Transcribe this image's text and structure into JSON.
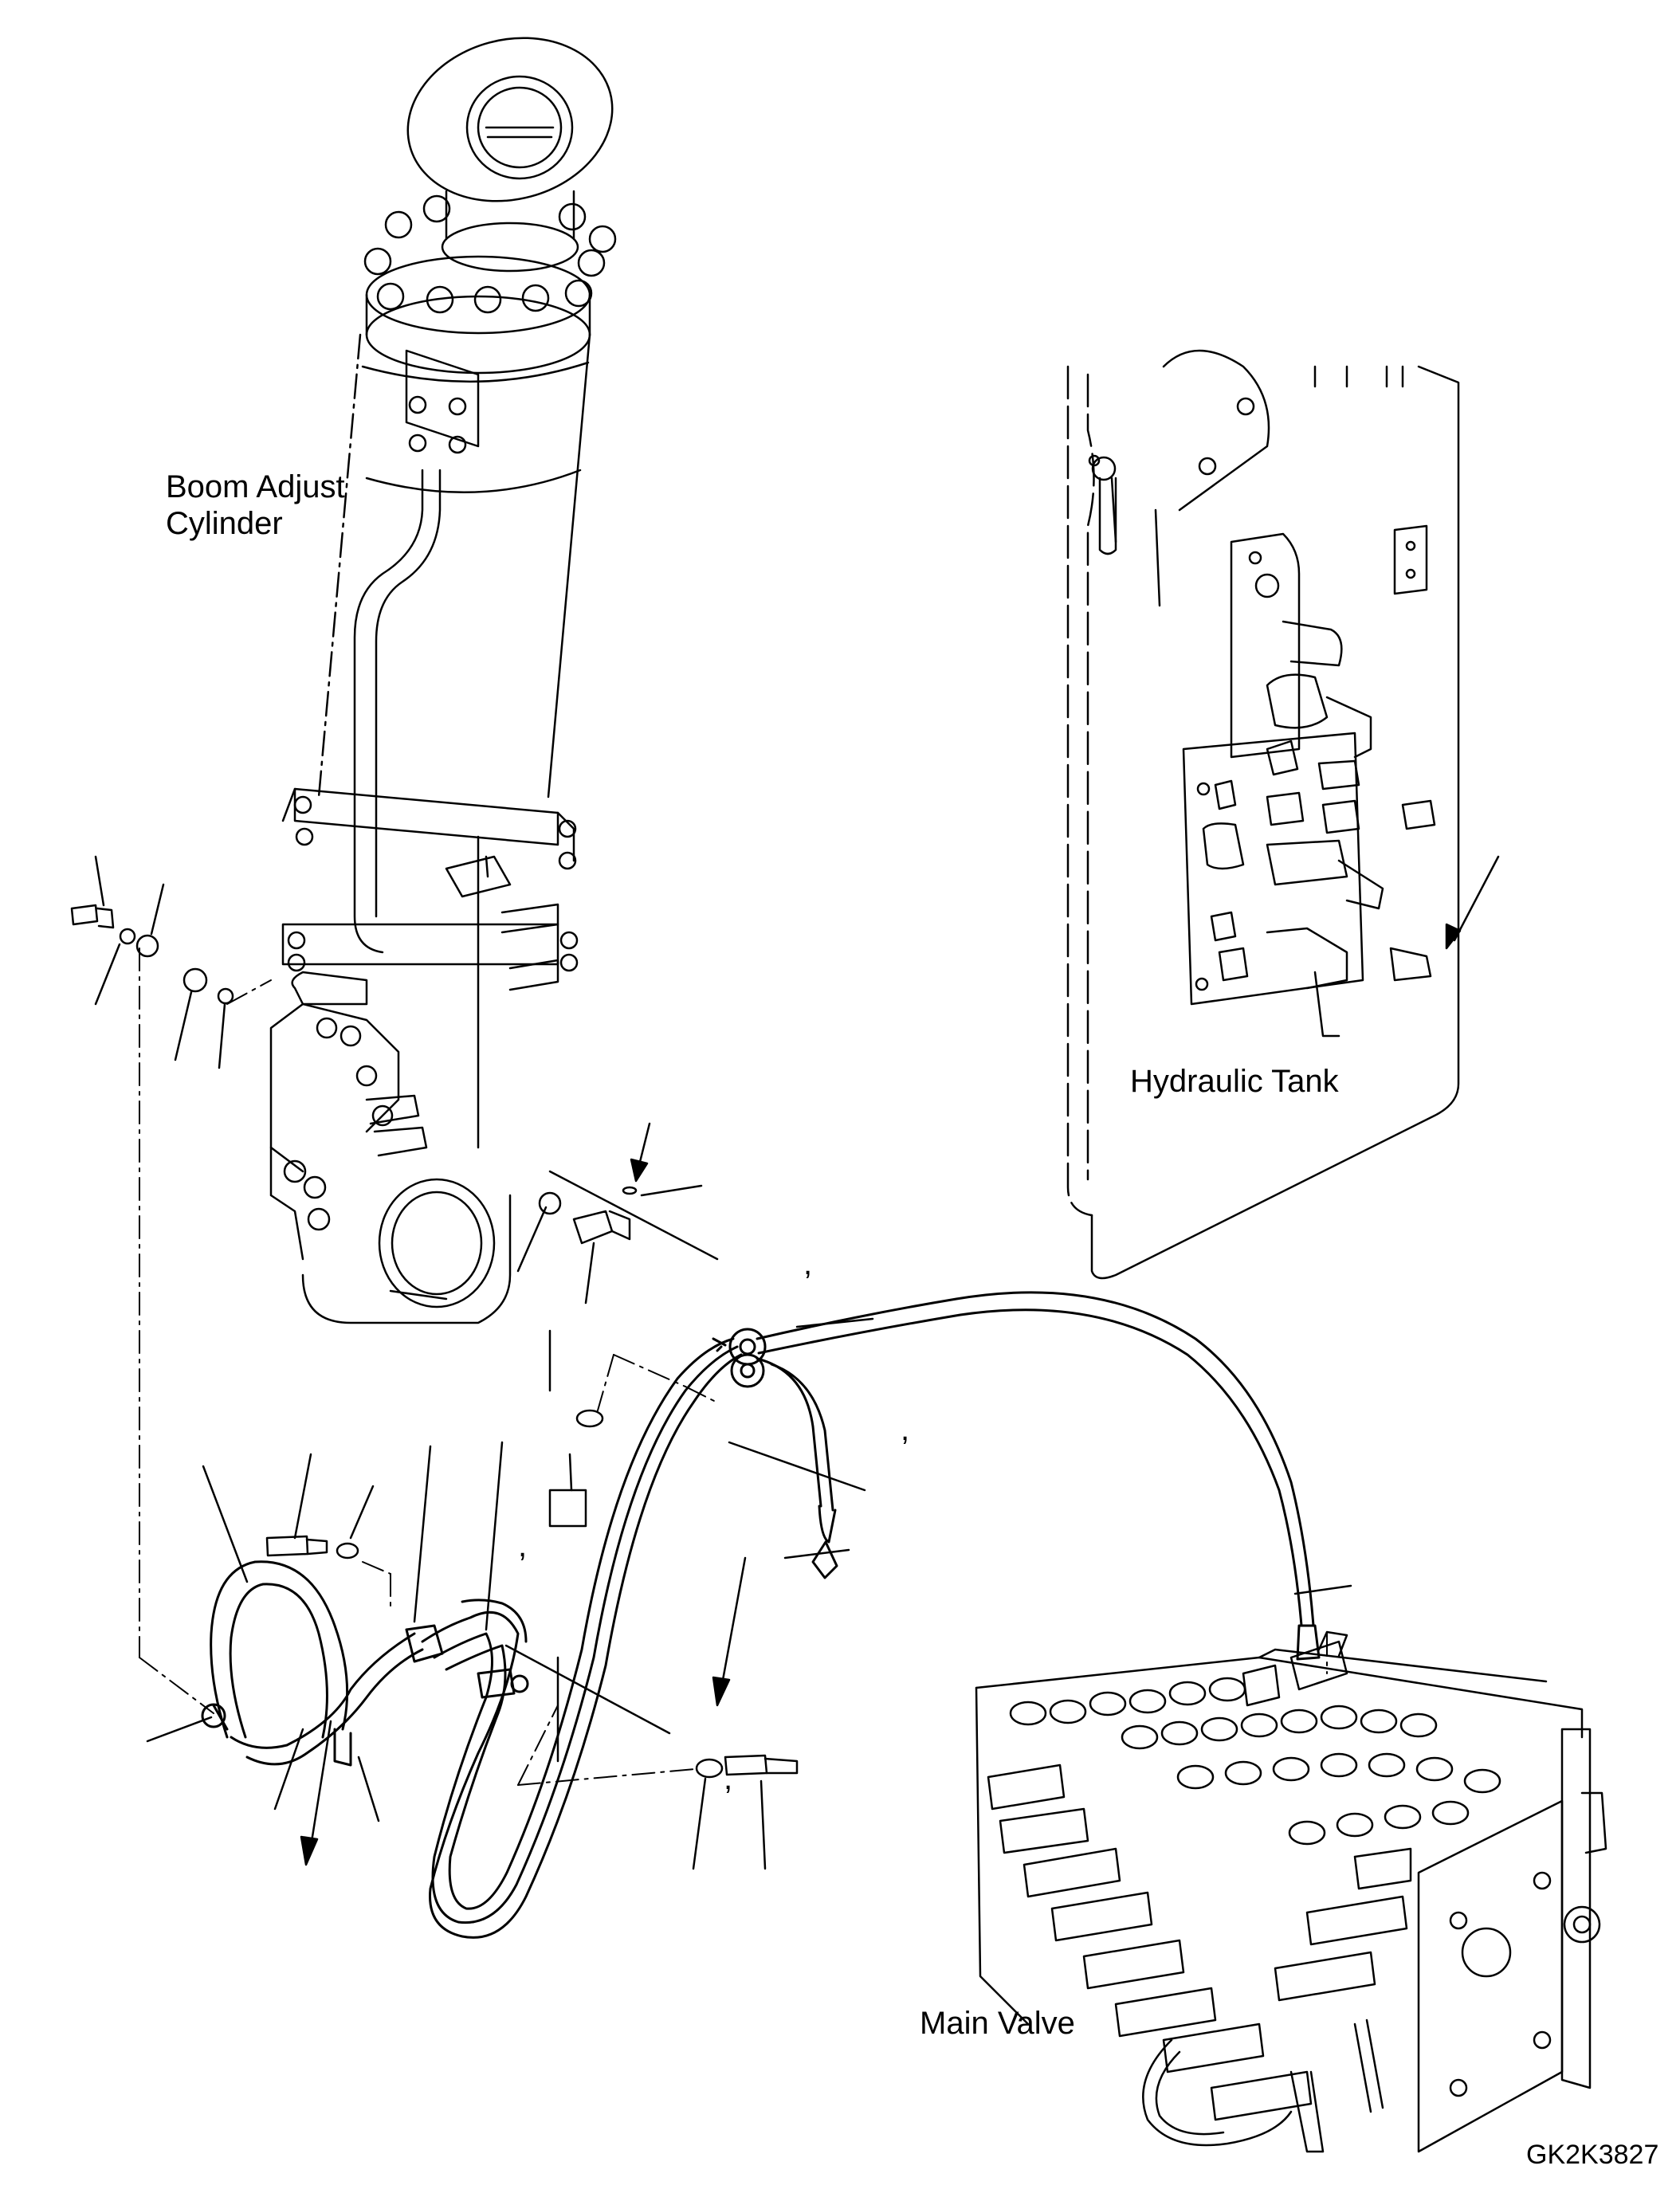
{
  "labels": {
    "boom_adjust_cylinder": "Boom Adjust\nCylinder",
    "hydraulic_tank": "Hydraulic Tank",
    "main_valve": "Main Valve",
    "drawing_code": "GK2K3827"
  },
  "marks": {
    "apostrophe": ","
  },
  "colors": {
    "line": "#000000",
    "background": "#ffffff"
  }
}
